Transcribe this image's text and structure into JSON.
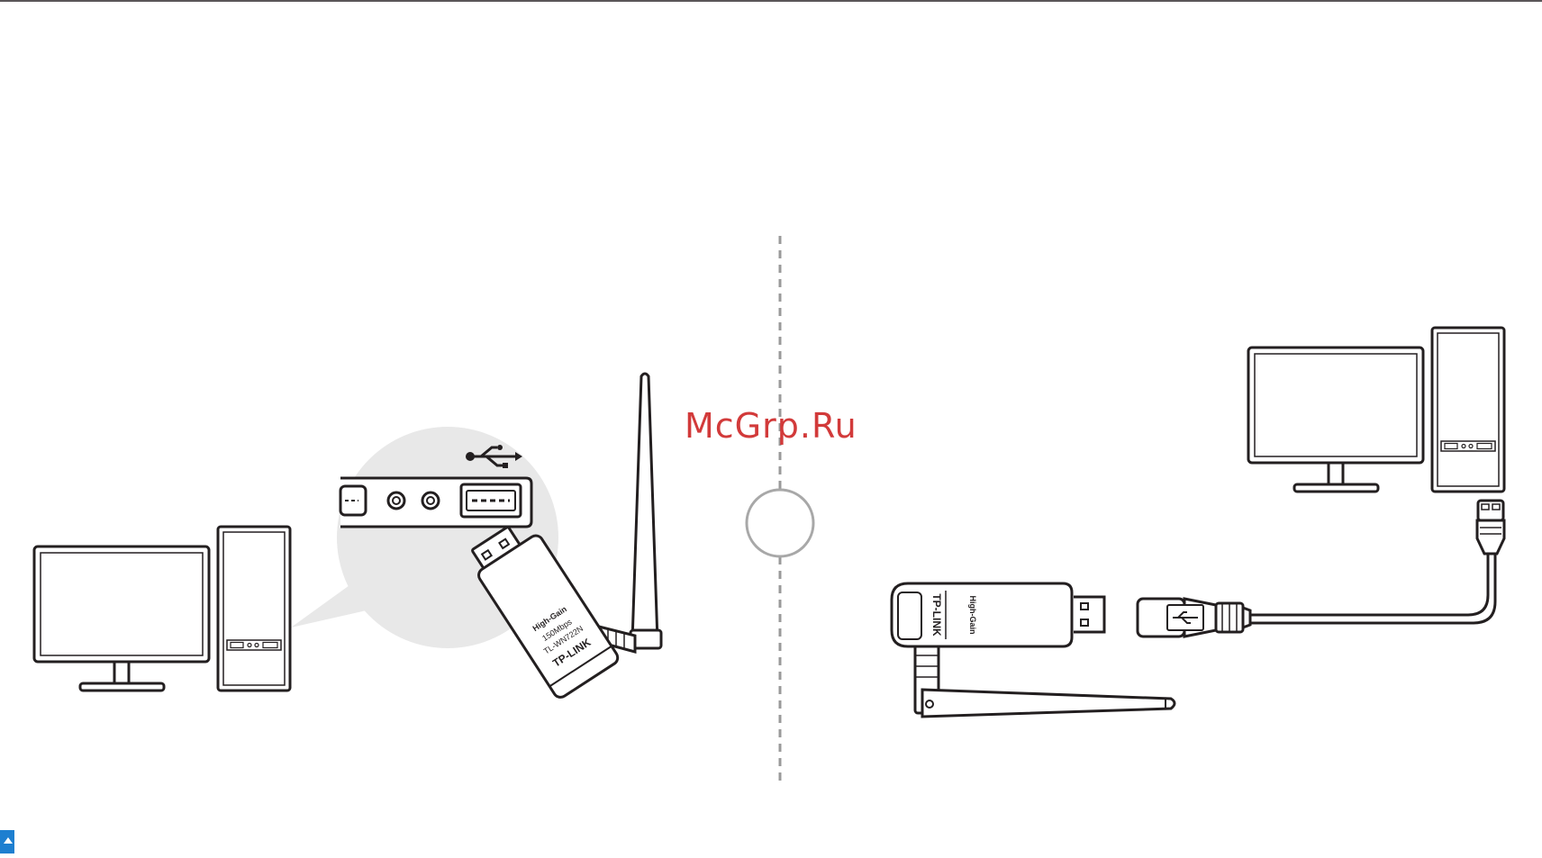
{
  "watermark": "McGrp.Ru",
  "left_panel": {
    "adapter_label_brand": "TP-LINK",
    "adapter_label_gain": "High-Gain",
    "adapter_label_speed": "150Mbps",
    "adapter_label_model": "TL-WN722N"
  },
  "right_panel": {
    "adapter_label_brand": "TP-LINK",
    "adapter_label_gain": "High-Gain"
  },
  "icons": {
    "usb": "usb-icon"
  },
  "colors": {
    "stroke": "#231f20",
    "divider": "#9a9a9a",
    "zoom_bubble": "#e8e8e8",
    "watermark": "#d23a3a",
    "corner_tab": "#1e7fd0"
  }
}
